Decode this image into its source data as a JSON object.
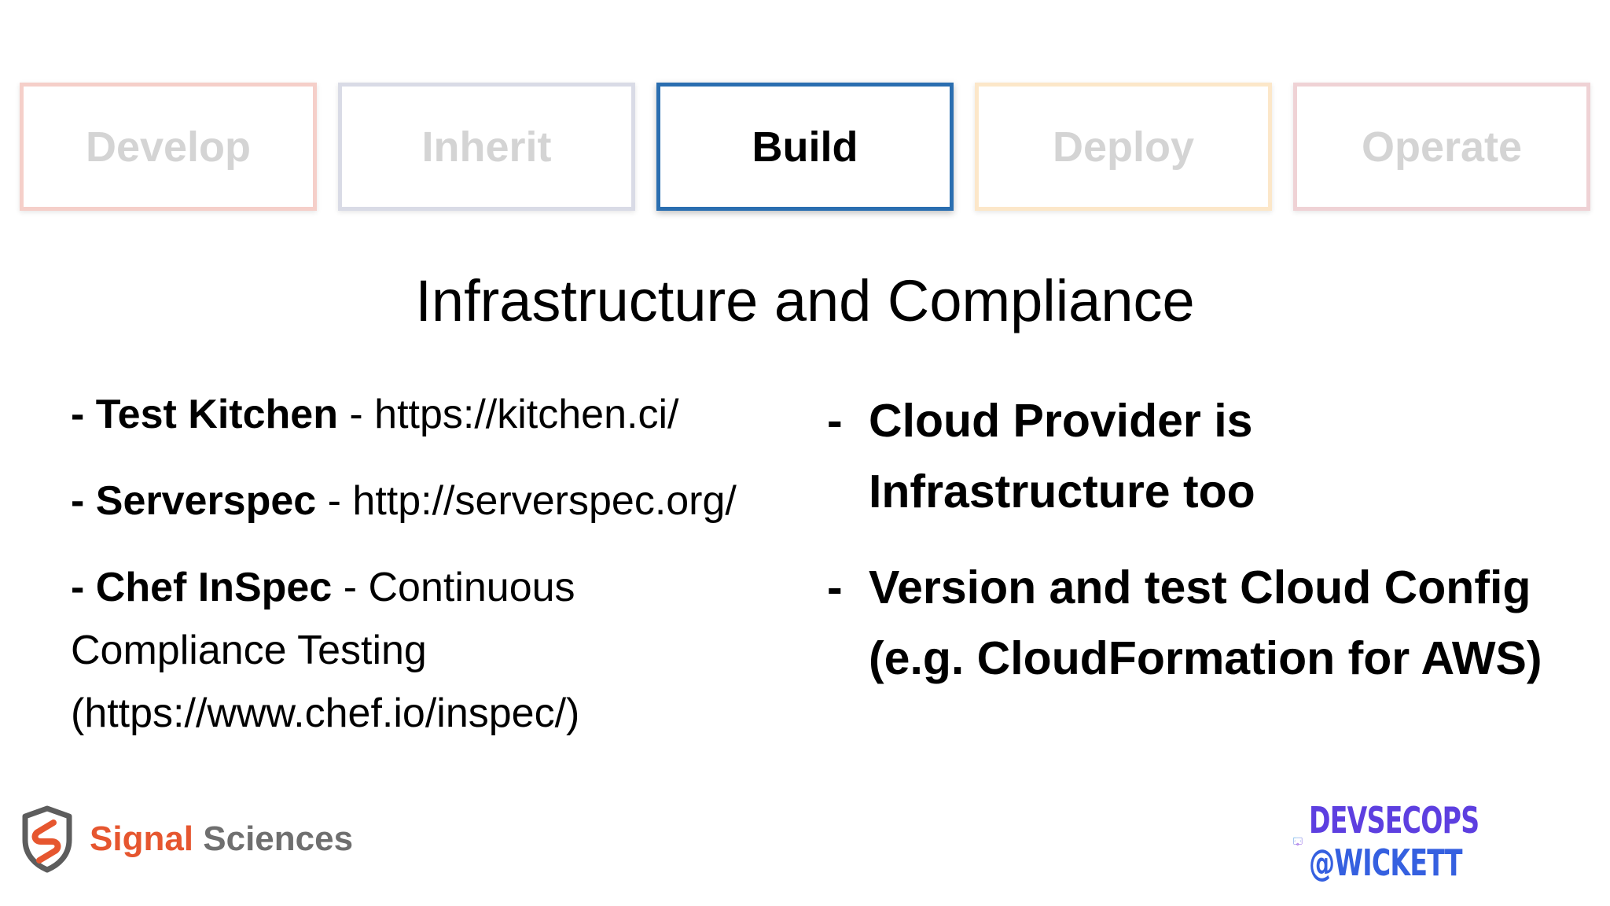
{
  "stages": [
    {
      "label": "Develop",
      "color": "#f0b5ae",
      "active": false
    },
    {
      "label": "Inherit",
      "color": "#c5c8d8",
      "active": false
    },
    {
      "label": "Build",
      "color": "#2a6eb0",
      "active": true
    },
    {
      "label": "Deploy",
      "color": "#fbe2bd",
      "active": false
    },
    {
      "label": "Operate",
      "color": "#e9c0c4",
      "active": false
    }
  ],
  "title": "Infrastructure and Compliance",
  "left_items": [
    {
      "prefix": "- ",
      "bold": "Test Kitchen",
      "rest": " - https://kitchen.ci/"
    },
    {
      "prefix": "- ",
      "bold": "Serverspec",
      "rest": " - http://serverspec.org/"
    },
    {
      "prefix": "- ",
      "bold": "Chef InSpec",
      "rest": " - Continuous Compliance Testing (https://www.chef.io/inspec/)"
    }
  ],
  "right_items": [
    {
      "dash": "-",
      "text": "Cloud Provider is Infrastructure too"
    },
    {
      "dash": "-",
      "text": "Version and test Cloud Config (e.g. CloudFormation for AWS)"
    }
  ],
  "brand": {
    "word1": "Signal",
    "word2": "Sciences",
    "icon": "signal-sciences-shield-icon",
    "color1": "#e6562f",
    "color2": "#6f6f6f"
  },
  "devsecops": {
    "line1": "DEVSECOPS",
    "line2": "@WICKETT",
    "icon": "code-window-gear-icon"
  }
}
